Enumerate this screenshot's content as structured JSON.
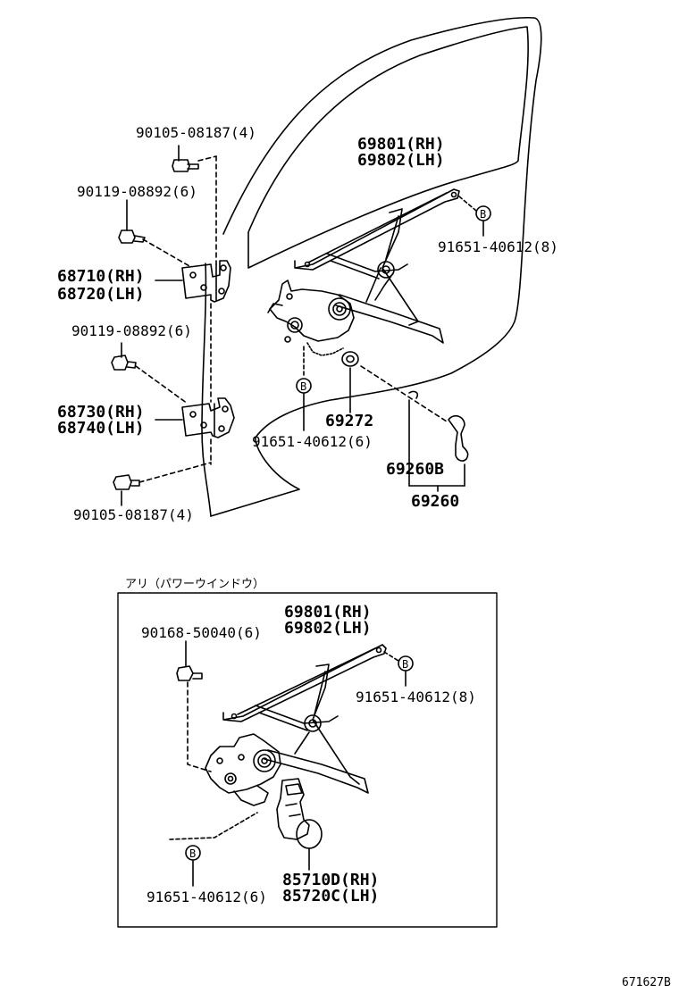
{
  "diagram": {
    "figure_code": "671627B",
    "colors": {
      "line": "#000000",
      "background": "#ffffff"
    },
    "callout_symbol": "B",
    "upper": {
      "labels": {
        "bolt_upper_hinge": "90105-08187(4)",
        "bolt_upper_hinge_2": "90119-08892(6)",
        "hinge_upper_rh": "68710(RH)",
        "hinge_upper_lh": "68720(LH)",
        "bolt_lower_hinge": "90119-08892(6)",
        "hinge_lower_rh": "68730(RH)",
        "hinge_lower_lh": "68740(LH)",
        "bolt_bottom": "90105-08187(4)",
        "regulator_rh": "69801(RH)",
        "regulator_lh": "69802(LH)",
        "bolt_regulator_right": "91651-40612(8)",
        "bolt_regulator_bottom": "91651-40612(6)",
        "washer": "69272",
        "handle_sub": "69260B",
        "handle": "69260"
      }
    },
    "lower": {
      "heading": "アリ（パワーウインドウ）",
      "labels": {
        "regulator_rh": "69801(RH)",
        "regulator_lh": "69802(LH)",
        "screw": "90168-50040(6)",
        "bolt_right": "91651-40612(8)",
        "bolt_bottom": "91651-40612(6)",
        "motor_rh": "85710D(RH)",
        "motor_lh": "85720C(LH)"
      }
    }
  }
}
